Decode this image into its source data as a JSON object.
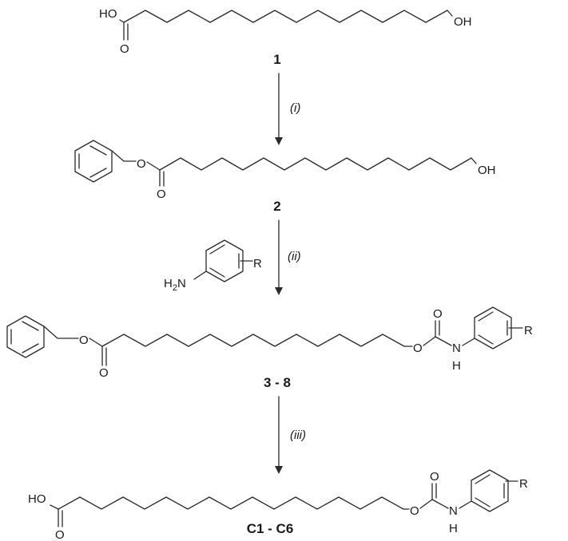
{
  "compounds": {
    "c1": "1",
    "c2": "2",
    "c3": "3 - 8",
    "c4": "C1 - C6"
  },
  "conditions": {
    "step1": "(i)",
    "step2": "(ii)",
    "step3": "(iii)"
  },
  "atoms": {
    "ho": "HO",
    "oh": "OH",
    "o": "O",
    "h": "H",
    "n": "N",
    "r": "R",
    "h2n_h": "H",
    "h2n_2": "2",
    "h2n_n": "N"
  }
}
